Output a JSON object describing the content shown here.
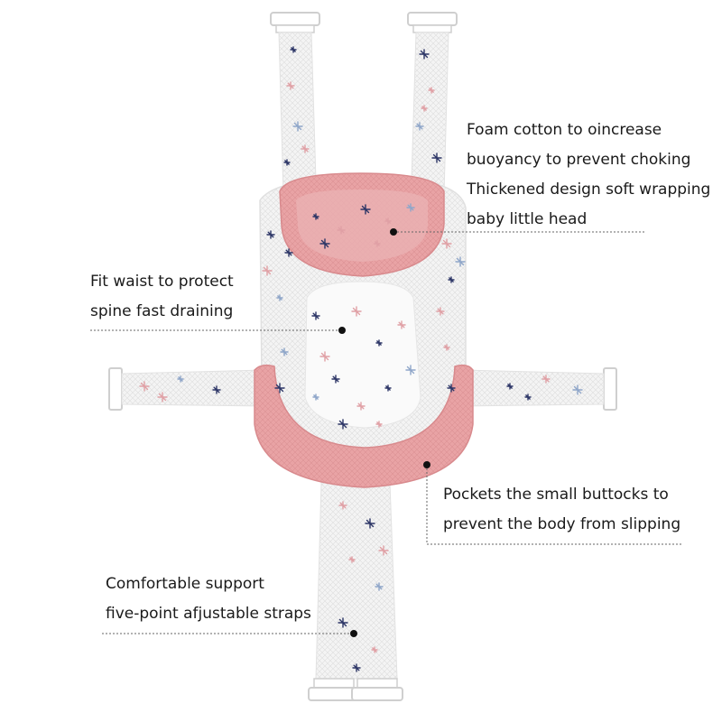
{
  "callouts": {
    "head": {
      "lines": [
        "Foam cotton to oincrease",
        "buoyancy to prevent choking",
        "Thickened design soft wrapping",
        "baby little head"
      ]
    },
    "waist": {
      "lines": [
        "Fit waist to protect",
        "spine fast draining"
      ]
    },
    "buttocks": {
      "lines": [
        "Pockets the small buttocks to",
        "prevent the body from slipping"
      ]
    },
    "straps": {
      "lines": [
        "Comfortable support",
        "five-point afjustable straps"
      ]
    }
  },
  "colors": {
    "mesh": "#f2f2f2",
    "mesh_line": "#d9d9d9",
    "pink": "#e9a0a2",
    "pink_dark": "#d98a8d",
    "star_navy": "#2c3566",
    "star_pink": "#e0a0a5",
    "star_blue": "#8fa6c9",
    "leader": "#555555"
  }
}
